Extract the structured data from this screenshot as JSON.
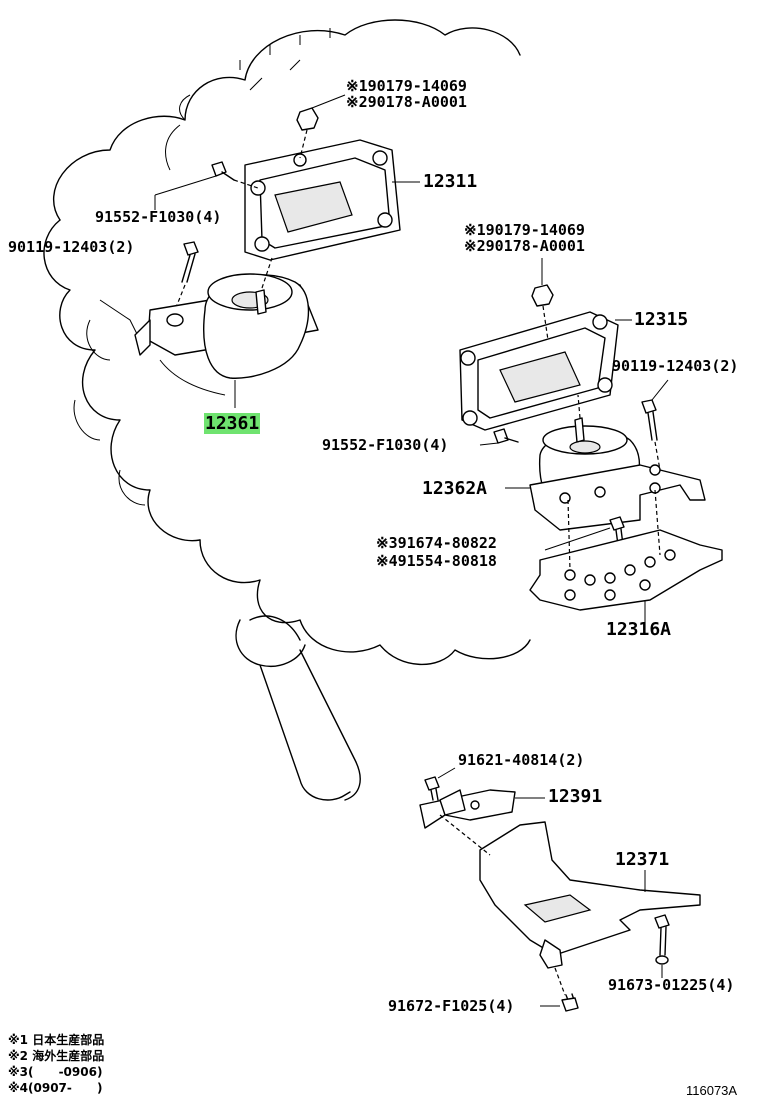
{
  "labels": {
    "p12311": "12311",
    "p12361": "12361",
    "p12315": "12315",
    "p12362A": "12362A",
    "p12316A": "12316A",
    "p12391": "12391",
    "p12371": "12371",
    "upper_nut_1": "※190179-14069",
    "upper_nut_2": "※290178-A0001",
    "right_nut_1": "※190179-14069",
    "right_nut_2": "※290178-A0001",
    "bolt_91552_left": "91552-F1030(4)",
    "bolt_90119_left": "90119-12403(2)",
    "bolt_90119_right": "90119-12403(2)",
    "bolt_91552_right": "91552-F1030(4)",
    "bolt_91674": "※391674-80822",
    "bolt_91554": "※491554-80818",
    "bolt_91621": "91621-40814(2)",
    "bolt_91673": "91673-01225(4)",
    "bolt_91672": "91672-F1025(4)"
  },
  "notes": [
    "※1 日本生産部品",
    "※2 海外生産部品",
    "※3(      -0906)",
    "※4(0907-      )"
  ],
  "drawing_code": "116073A",
  "colors": {
    "highlight": "#6fe36f",
    "line": "#000000",
    "background": "#ffffff"
  }
}
